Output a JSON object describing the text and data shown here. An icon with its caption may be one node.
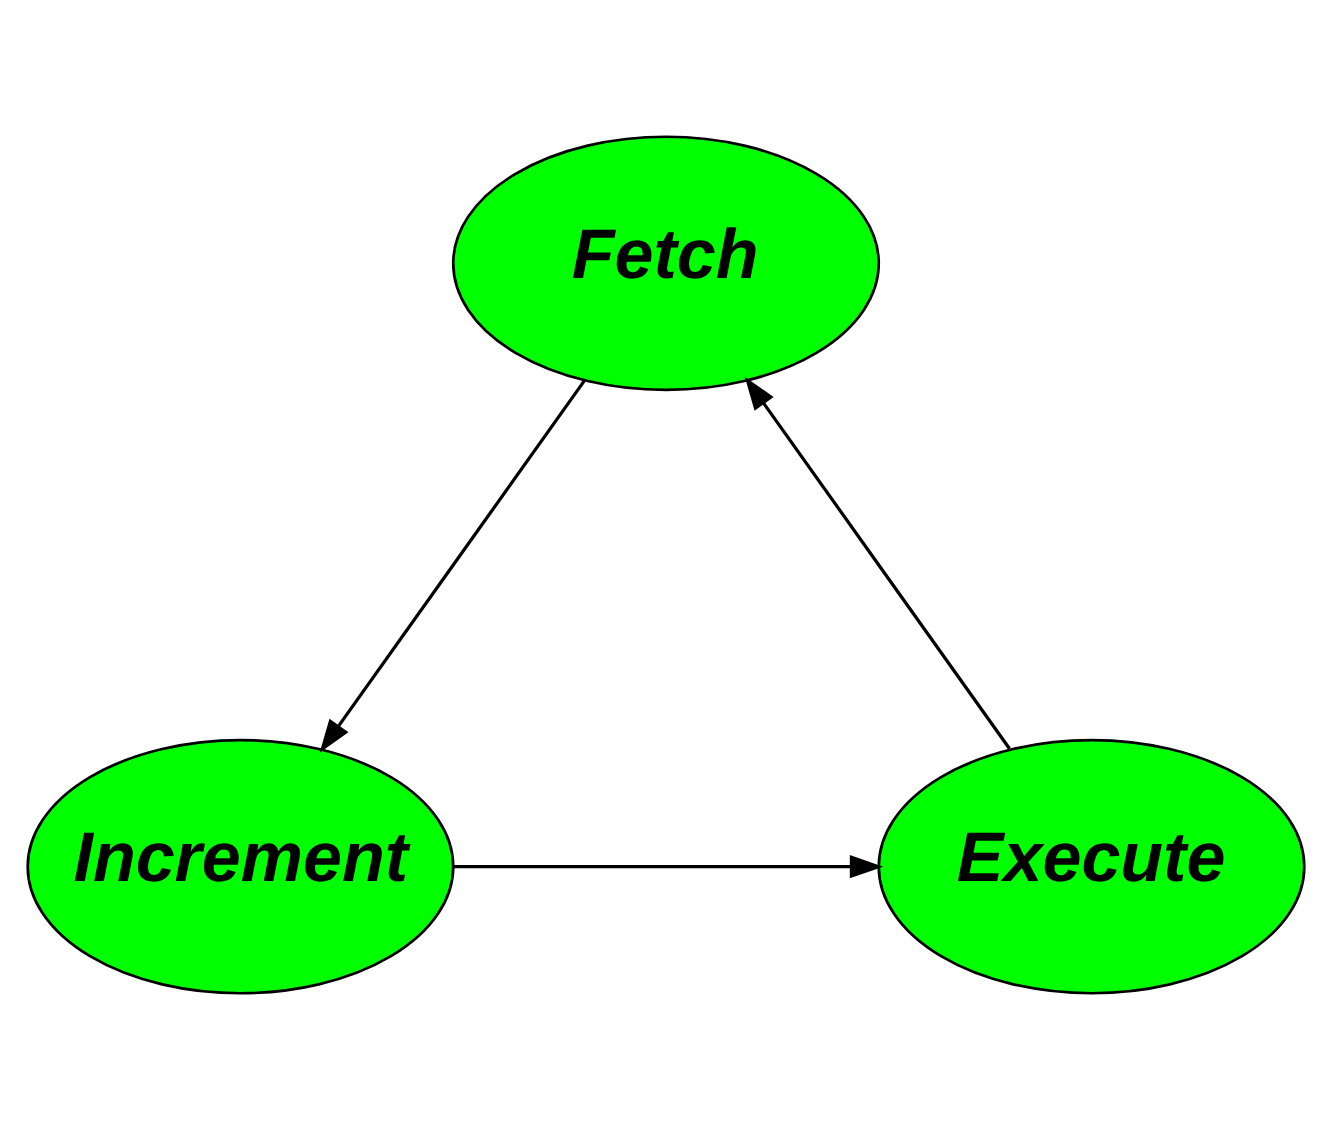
{
  "diagram": {
    "nodes": [
      {
        "text": [
          "Fetch"
        ]
      },
      {
        "text": [
          "Execute"
        ]
      },
      {
        "text": [
          "Increment"
        ]
      }
    ],
    "edges": [
      {
        "from": 0,
        "to": 2,
        "arrow": "to"
      },
      {
        "from": 2,
        "to": 1,
        "arrow": "to"
      },
      {
        "from": 1,
        "to": 0,
        "arrow": "to"
      }
    ]
  }
}
